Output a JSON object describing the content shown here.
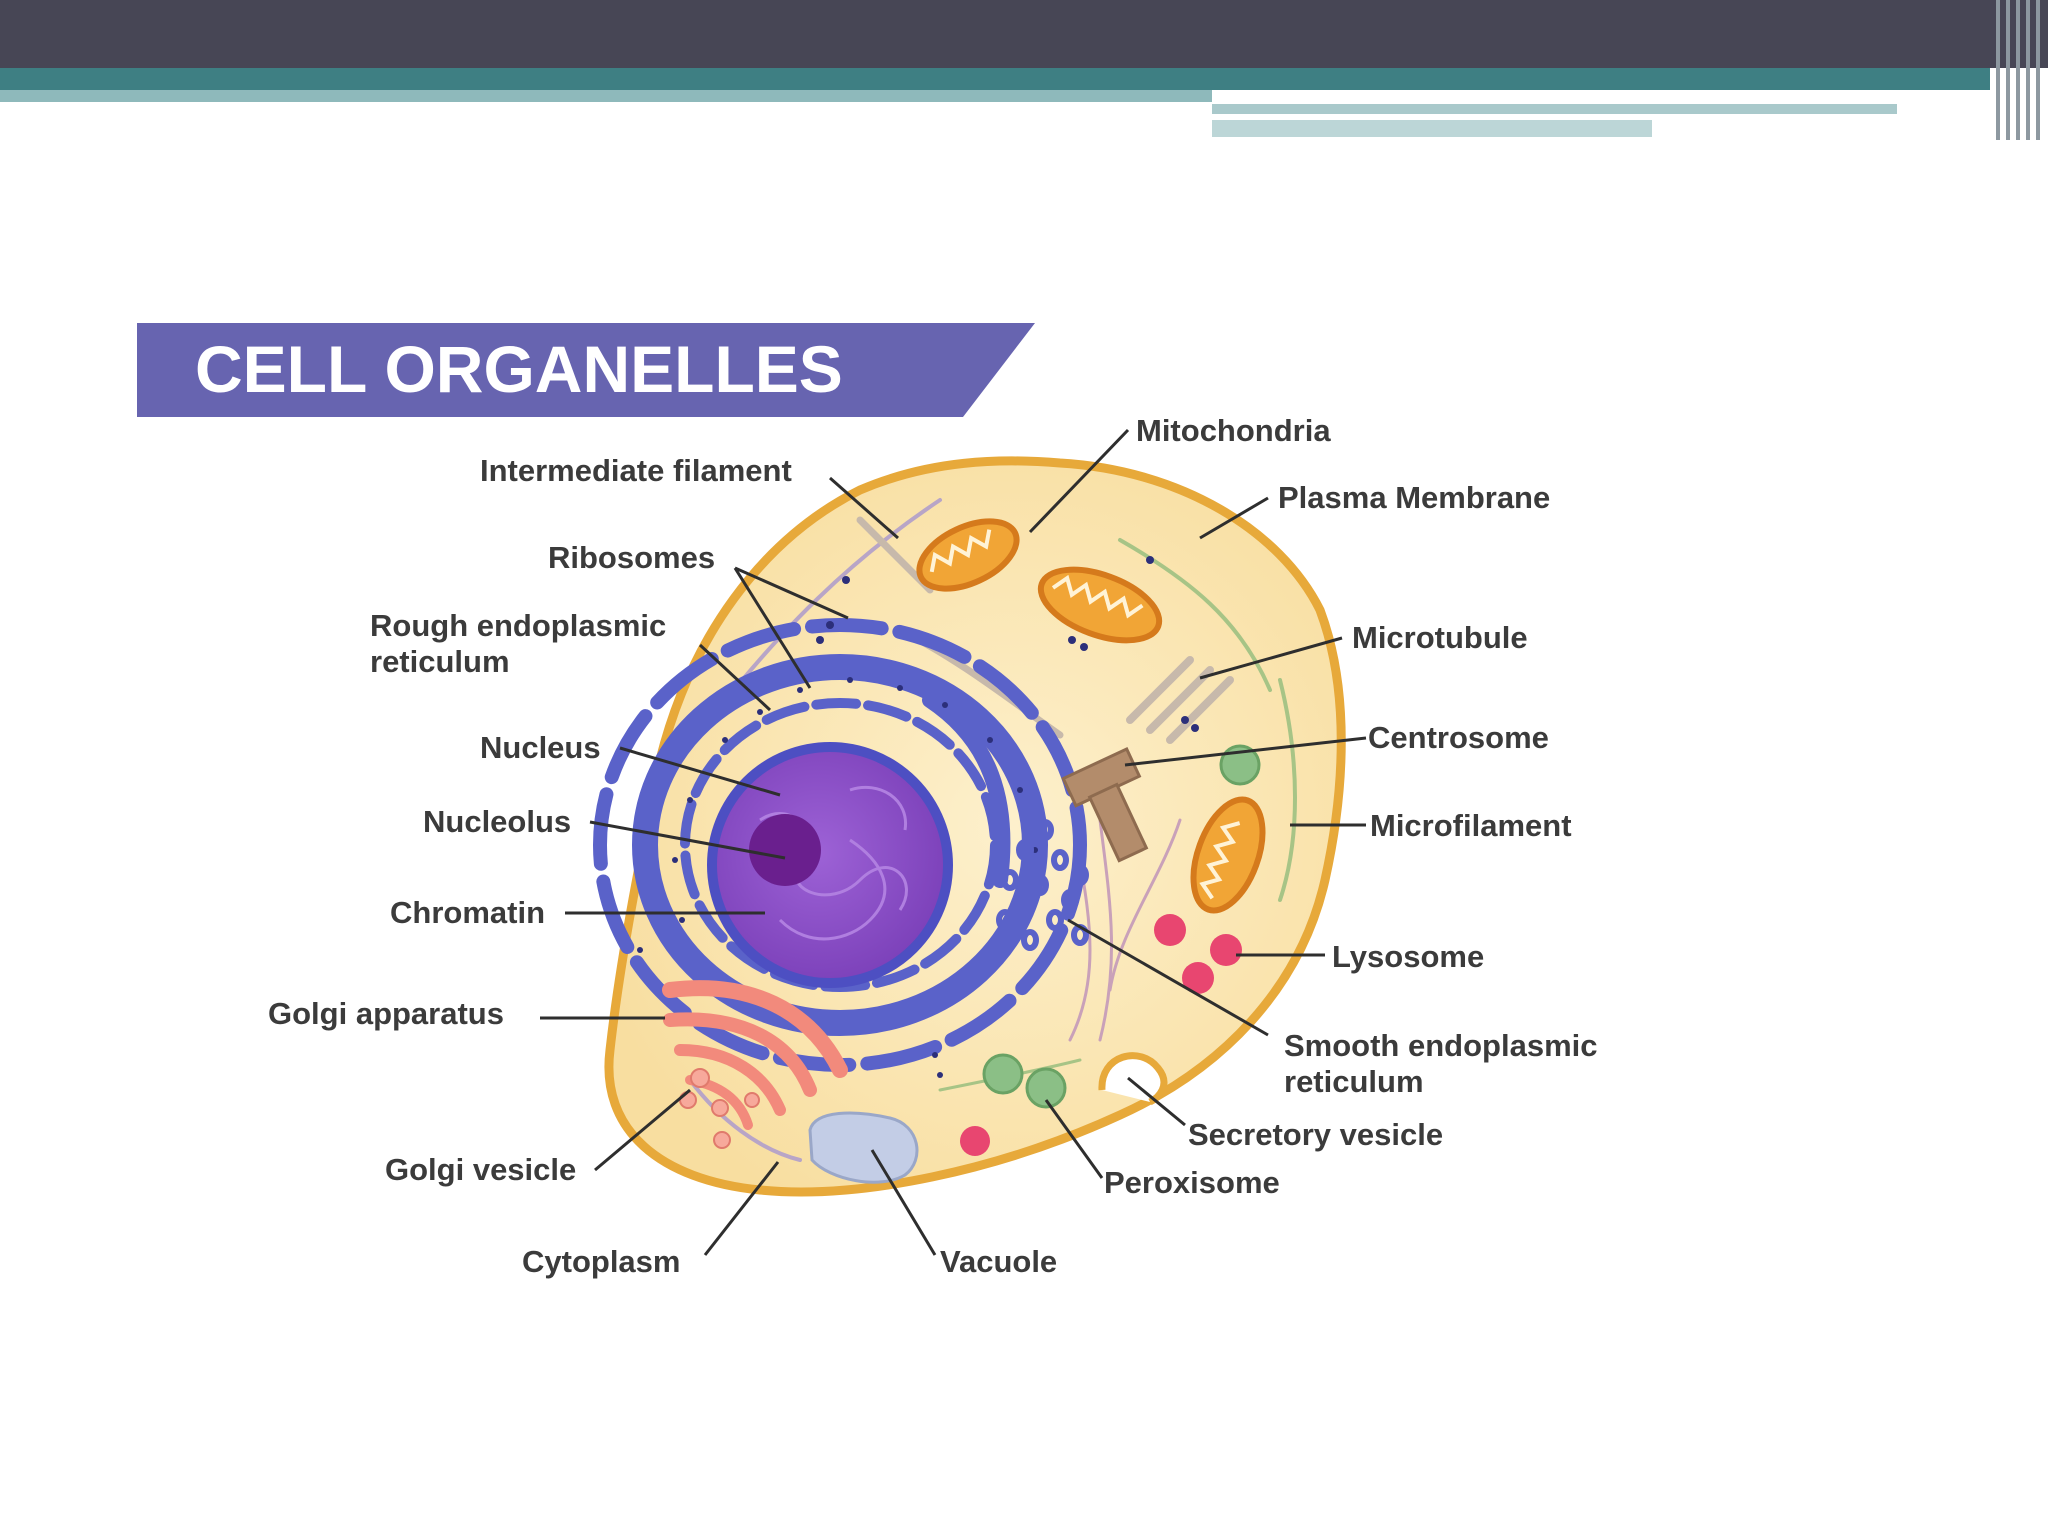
{
  "slide": {
    "title": "CELL ORGANELLES"
  },
  "labels": {
    "mitochondria": "Mitochondria",
    "intermediate_filament": "Intermediate filament",
    "plasma_membrane": "Plasma Membrane",
    "ribosomes": "Ribosomes",
    "rough_er_line1": "Rough endoplasmic",
    "rough_er_line2": "reticulum",
    "microtubule": "Microtubule",
    "nucleus": "Nucleus",
    "centrosome": "Centrosome",
    "nucleolus": "Nucleolus",
    "microfilament": "Microfilament",
    "chromatin": "Chromatin",
    "lysosome": "Lysosome",
    "golgi_apparatus": "Golgi apparatus",
    "smooth_er_line1": "Smooth endoplasmic",
    "smooth_er_line2": "reticulum",
    "secretory_vesicle": "Secretory vesicle",
    "golgi_vesicle": "Golgi vesicle",
    "peroxisome": "Peroxisome",
    "cytoplasm": "Cytoplasm",
    "vacuole": "Vacuole"
  },
  "colors": {
    "header_dark": "#474655",
    "header_teal": "#3e7f83",
    "title_banner": "#6764b0",
    "cell_fill": "#fbe7b3",
    "membrane": "#e7a93a",
    "nucleus": "#8a4fc5",
    "er": "#5a62c9",
    "golgi": "#f28a7c",
    "mitochondria": "#f1a536",
    "lysosome": "#e84670",
    "peroxisome": "#8bbf86",
    "vacuole": "#c3cde6"
  }
}
